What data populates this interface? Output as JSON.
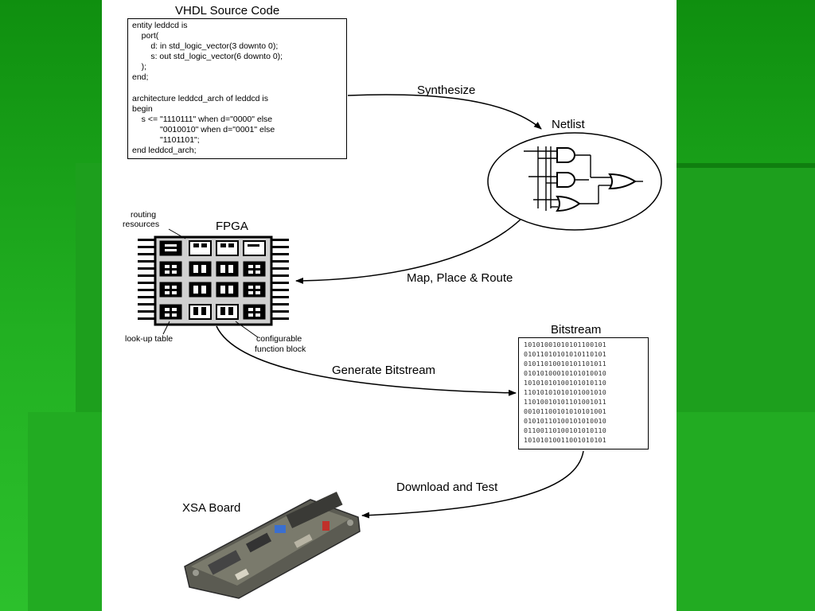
{
  "titles": {
    "vhdl": "VHDL Source Code",
    "netlist": "Netlist",
    "fpga": "FPGA",
    "bitstream": "Bitstream",
    "board": "XSA Board"
  },
  "steps": {
    "synthesize": "Synthesize",
    "map_place_route": "Map, Place & Route",
    "generate_bitstream": "Generate Bitstream",
    "download_test": "Download and Test"
  },
  "fpga_labels": {
    "routing_1": "routing",
    "routing_2": "resources",
    "lut": "look-up table",
    "cfb_1": "configurable",
    "cfb_2": "function block"
  },
  "vhdl_code": [
    "entity leddcd is",
    "    port(",
    "        d: in std_logic_vector(3 downto 0);",
    "        s: out std_logic_vector(6 downto 0);",
    "    );",
    "end;",
    "",
    "architecture leddcd_arch of leddcd is",
    "begin",
    "    s <= \"1110111\" when d=\"0000\" else",
    "            \"0010010\" when d=\"0001\" else",
    "            \"1101101\";",
    "end leddcd_arch;"
  ],
  "bitstream": [
    "10101001010101100101",
    "01011010101010110101",
    "01011010010101101011",
    "01010100010101010010",
    "10101010100101010110",
    "11010101010101001010",
    "11010010101101001011",
    "00101100101010101001",
    "01010110100101010010",
    "01100110100101010110",
    "10101010011001010101"
  ],
  "colors": {
    "background_green": "#1fa81f",
    "diagram_bg": "#ffffff",
    "ink": "#000000"
  }
}
